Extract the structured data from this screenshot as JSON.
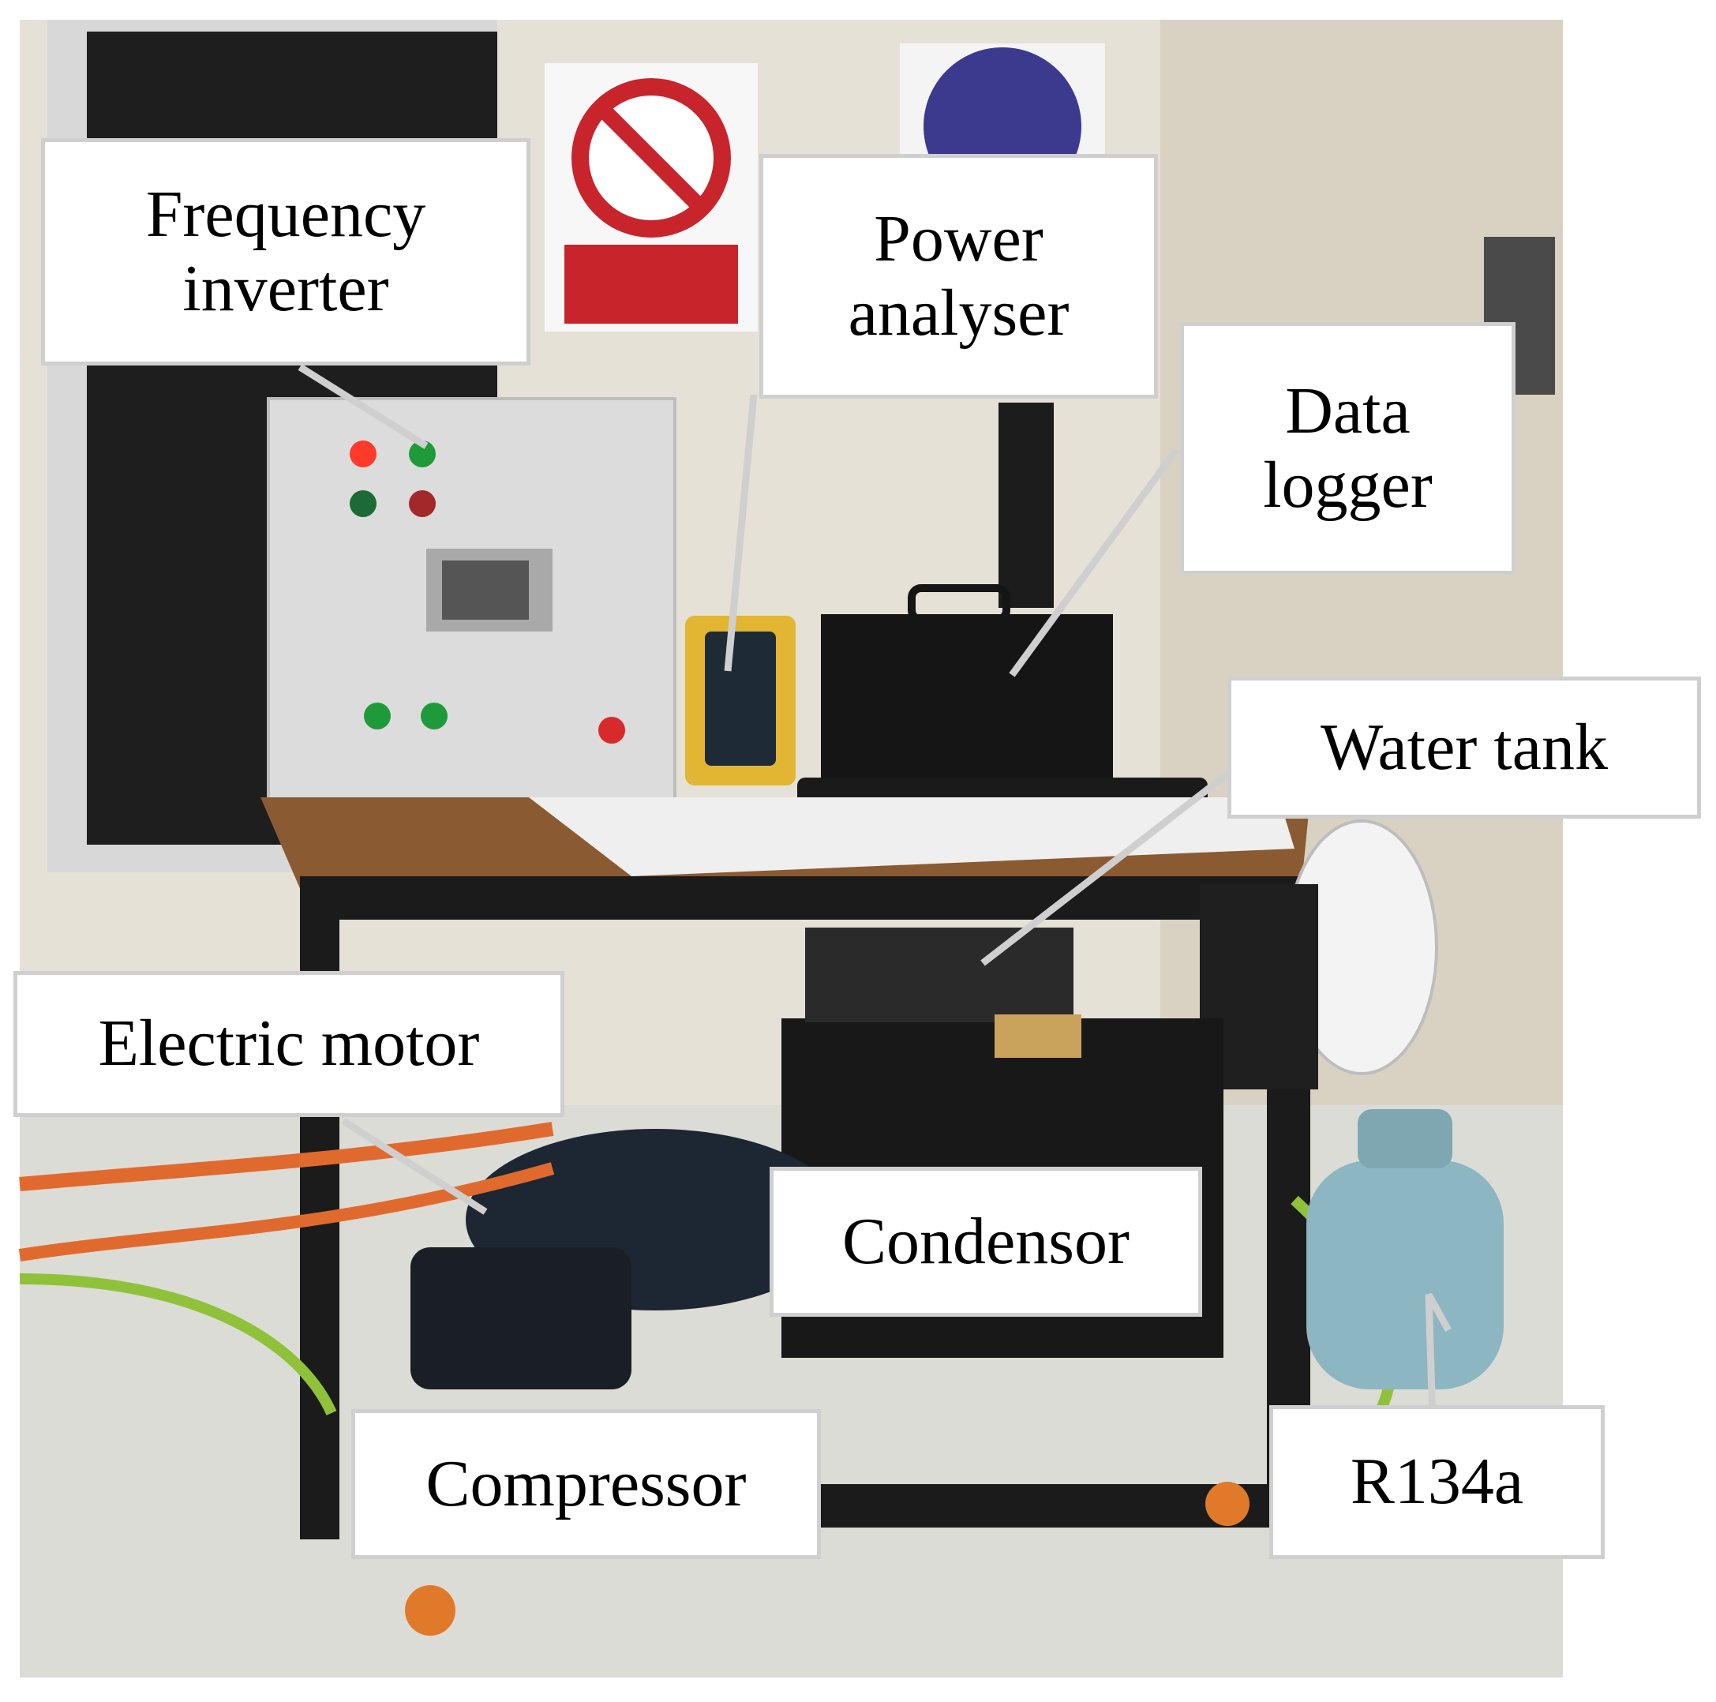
{
  "figure": {
    "labels": [
      {
        "id": "frequency-inverter",
        "text": "Frequency\ninverter"
      },
      {
        "id": "power-analyser",
        "text": "Power\nanalyser"
      },
      {
        "id": "data-logger",
        "text": "Data\nlogger"
      },
      {
        "id": "water-tank",
        "text": "Water tank"
      },
      {
        "id": "electric-motor",
        "text": "Electric motor"
      },
      {
        "id": "condensor",
        "text": "Condensor"
      },
      {
        "id": "compressor",
        "text": "Compressor"
      },
      {
        "id": "r134a",
        "text": "R134a"
      }
    ],
    "colors": {
      "wall": "#e6e1d6",
      "floor": "#dcdcd6",
      "cabinet": "#dcdcdc",
      "table_top": "#8a5a32",
      "frame": "#1b1b1b",
      "cylinder": "#8cb6c1",
      "hose_orange": "#e06a2e",
      "hose_green": "#8fc23a",
      "leader_line": "#cfcfcf"
    }
  }
}
